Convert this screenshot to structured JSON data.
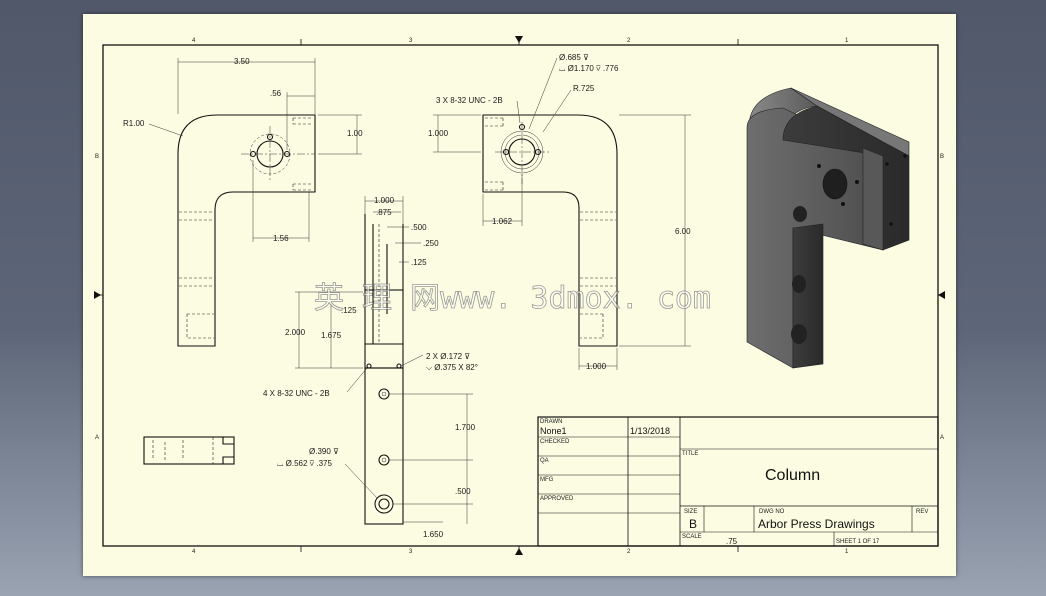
{
  "zones": {
    "top": [
      "4",
      "3",
      "2",
      "1"
    ],
    "bottom": [
      "4",
      "3",
      "2",
      "1"
    ],
    "left": [
      "B",
      "A"
    ],
    "right": [
      "B",
      "A"
    ]
  },
  "view_top_left": {
    "dims": [
      "3.50",
      ".56",
      "1.00",
      "R1.00",
      "1.56"
    ]
  },
  "view_top_right": {
    "dims": [
      "Ø.685 ⊽",
      "⌴ Ø1.170 ⊽ .776",
      "R.725",
      "3 X 8-32 UNC - 2B",
      "1.000",
      "1.062",
      "6.00",
      "1.000"
    ]
  },
  "view_center": {
    "dims": [
      "1.000",
      ".875",
      ".500",
      ".250",
      ".125",
      ".125",
      "2.000",
      "1.675",
      "2 X Ø.172 ⊽",
      "⌵ Ø.375 X 82°",
      "4 X 8-32 UNC - 2B",
      "1.700",
      "Ø.390 ⊽",
      "⌴ Ø.562 ⊽ .375",
      "1.650",
      ".500"
    ]
  },
  "watermark": "英 理 网www. 3dmox. com",
  "title_block": {
    "drawn_label": "DRAWN",
    "drawn_by": "None1",
    "drawn_date": "1/13/2018",
    "checked_label": "CHECKED",
    "qa_label": "QA",
    "mfg_label": "MFG",
    "approved_label": "APPROVED",
    "title_label": "TITLE",
    "title": "Column",
    "size_label": "SIZE",
    "size": "B",
    "dwg_no_label": "DWG NO",
    "dwg_no": "Arbor Press Drawings",
    "rev_label": "REV",
    "scale_label": "SCALE",
    "scale": ".75",
    "sheet": "SHEET 1  OF 17"
  },
  "colors": {
    "paper": "#fcfce2",
    "background": "#5d6678",
    "ink": "#111111",
    "part_shade": "#4a4a4a"
  }
}
